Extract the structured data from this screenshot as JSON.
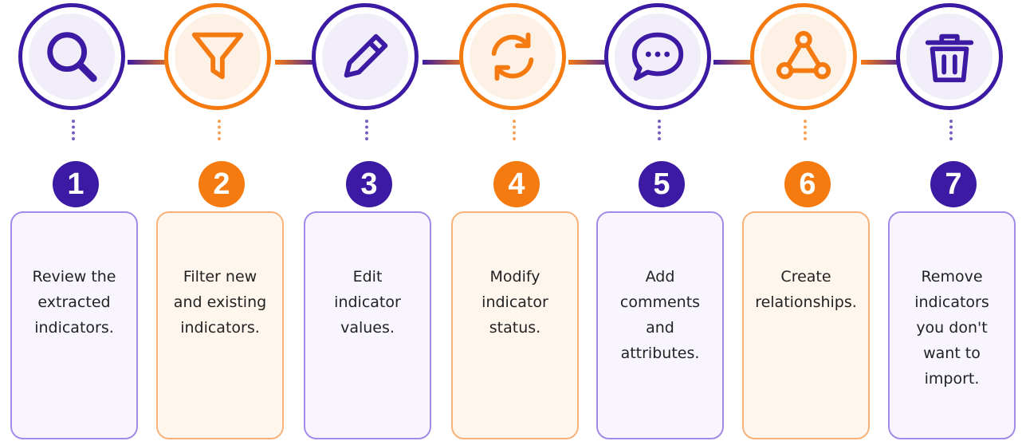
{
  "colors": {
    "purple": "#3d1aa3",
    "orange": "#f57a10"
  },
  "steps": [
    {
      "number": "1",
      "icon": "magnifier-icon",
      "color": "purple",
      "text": "Review the\nextracted\nindicators."
    },
    {
      "number": "2",
      "icon": "funnel-icon",
      "color": "orange",
      "text": "Filter new\nand existing\nindicators."
    },
    {
      "number": "3",
      "icon": "pencil-icon",
      "color": "purple",
      "text": "Edit\nindicator\nvalues."
    },
    {
      "number": "4",
      "icon": "refresh-icon",
      "color": "orange",
      "text": "Modify\nindicator\nstatus."
    },
    {
      "number": "5",
      "icon": "chat-bubble-icon",
      "color": "purple",
      "text": "Add\ncomments\nand\nattributes."
    },
    {
      "number": "6",
      "icon": "relationship-icon",
      "color": "orange",
      "text": "Create\nrelationships."
    },
    {
      "number": "7",
      "icon": "trash-icon",
      "color": "purple",
      "text": "Remove\nindicators\nyou don't\nwant to\nimport."
    }
  ]
}
